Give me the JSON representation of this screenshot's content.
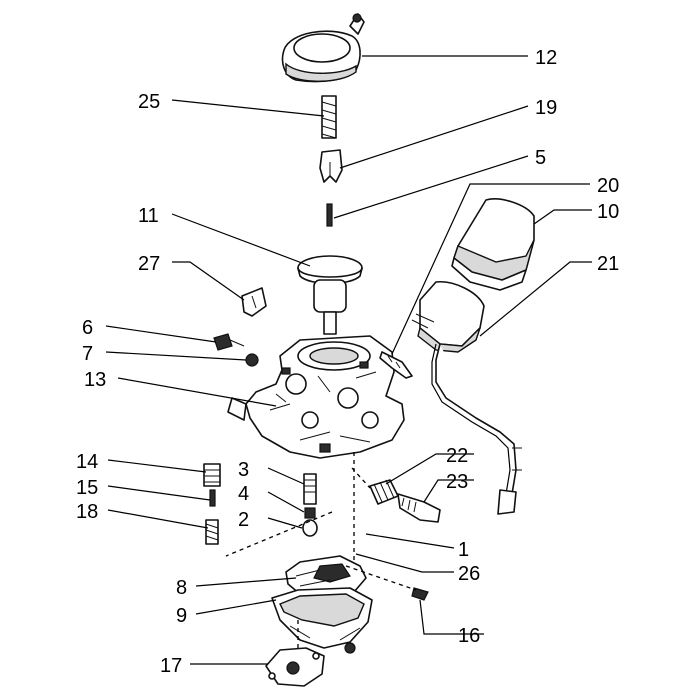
{
  "callouts": [
    {
      "id": "12",
      "label": "12"
    },
    {
      "id": "25",
      "label": "25"
    },
    {
      "id": "19",
      "label": "19"
    },
    {
      "id": "5",
      "label": "5"
    },
    {
      "id": "20",
      "label": "20"
    },
    {
      "id": "10",
      "label": "10"
    },
    {
      "id": "11",
      "label": "11"
    },
    {
      "id": "21",
      "label": "21"
    },
    {
      "id": "27",
      "label": "27"
    },
    {
      "id": "6",
      "label": "6"
    },
    {
      "id": "7",
      "label": "7"
    },
    {
      "id": "13",
      "label": "13"
    },
    {
      "id": "22",
      "label": "22"
    },
    {
      "id": "3",
      "label": "3"
    },
    {
      "id": "14",
      "label": "14"
    },
    {
      "id": "23",
      "label": "23"
    },
    {
      "id": "4",
      "label": "4"
    },
    {
      "id": "15",
      "label": "15"
    },
    {
      "id": "2",
      "label": "2"
    },
    {
      "id": "18",
      "label": "18"
    },
    {
      "id": "1",
      "label": "1"
    },
    {
      "id": "26",
      "label": "26"
    },
    {
      "id": "8",
      "label": "8"
    },
    {
      "id": "9",
      "label": "9"
    },
    {
      "id": "16",
      "label": "16"
    },
    {
      "id": "17",
      "label": "17"
    }
  ]
}
